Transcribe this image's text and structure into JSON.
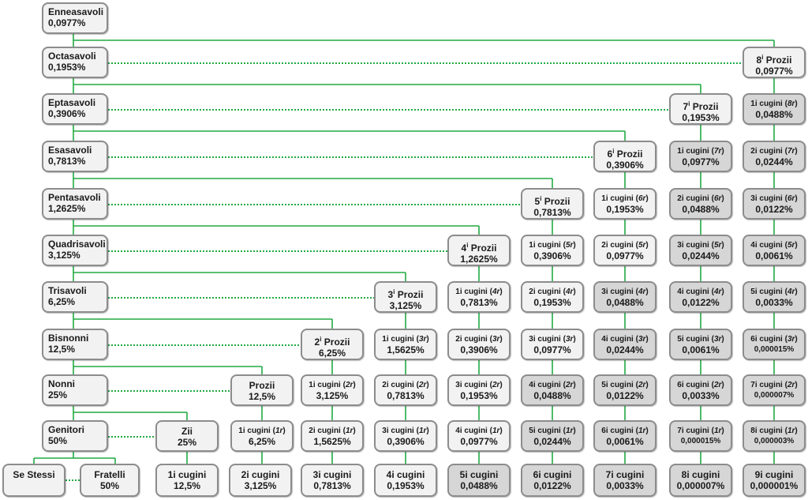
{
  "colors": {
    "line": "#22aa44",
    "border": "#8c8c8c",
    "light_fill": "#f2f2f2",
    "dark_fill": "#d6d6d6"
  },
  "ancestors": [
    {
      "name": "Enneasavoli",
      "pct": "0,0977%"
    },
    {
      "name": "Octasavoli",
      "pct": "0,1953%"
    },
    {
      "name": "Eptasavoli",
      "pct": "0,3906%"
    },
    {
      "name": "Esasavoli",
      "pct": "0,7813%"
    },
    {
      "name": "Pentasavoli",
      "pct": "1,2625%"
    },
    {
      "name": "Quadrisavoli",
      "pct": "3,125%"
    },
    {
      "name": "Trisavoli",
      "pct": "6,25%"
    },
    {
      "name": "Bisnonni",
      "pct": "12,5%"
    },
    {
      "name": "Nonni",
      "pct": "25%"
    },
    {
      "name": "Genitori",
      "pct": "50%"
    }
  ],
  "uncles": [
    {
      "row": 1,
      "ord": "8",
      "name": "Prozii",
      "pct": "0,0977%"
    },
    {
      "row": 2,
      "ord": "7",
      "name": "Prozii",
      "pct": "0,1953%"
    },
    {
      "row": 3,
      "ord": "6",
      "name": "Prozii",
      "pct": "0,3906%"
    },
    {
      "row": 4,
      "ord": "5",
      "name": "Prozii",
      "pct": "0,7813%"
    },
    {
      "row": 5,
      "ord": "4",
      "name": "Prozii",
      "pct": "1,2625%"
    },
    {
      "row": 6,
      "ord": "3",
      "name": "Prozii",
      "pct": "3,125%"
    },
    {
      "row": 7,
      "ord": "2",
      "name": "Prozii",
      "pct": "6,25%"
    },
    {
      "row": 8,
      "ord": "",
      "name": "Prozii",
      "pct": "12,5%"
    },
    {
      "row": 9,
      "ord": "",
      "name": "Zii",
      "pct": "25%"
    }
  ],
  "cousins_removed": [
    {
      "row": 2,
      "col": 9,
      "label": "1i cugini",
      "rem": "8r",
      "pct": "0,0488%"
    },
    {
      "row": 3,
      "col": 8,
      "label": "1i cugini",
      "rem": "7r",
      "pct": "0,0977%"
    },
    {
      "row": 3,
      "col": 9,
      "label": "2i cugini",
      "rem": "7r",
      "pct": "0,0244%"
    },
    {
      "row": 4,
      "col": 7,
      "label": "1i cugini",
      "rem": "6r",
      "pct": "0,1953%"
    },
    {
      "row": 4,
      "col": 8,
      "label": "2i cugini",
      "rem": "6r",
      "pct": "0,0488%"
    },
    {
      "row": 4,
      "col": 9,
      "label": "3i cugini",
      "rem": "6r",
      "pct": "0,0122%"
    },
    {
      "row": 5,
      "col": 6,
      "label": "1i cugini",
      "rem": "5r",
      "pct": "0,3906%"
    },
    {
      "row": 5,
      "col": 7,
      "label": "2i cugini",
      "rem": "5r",
      "pct": "0,0977%"
    },
    {
      "row": 5,
      "col": 8,
      "label": "3i cugini",
      "rem": "5r",
      "pct": "0,0244%"
    },
    {
      "row": 5,
      "col": 9,
      "label": "4i cugini",
      "rem": "5r",
      "pct": "0,0061%"
    },
    {
      "row": 6,
      "col": 5,
      "label": "1i cugini",
      "rem": "4r",
      "pct": "0,7813%"
    },
    {
      "row": 6,
      "col": 6,
      "label": "2i cugini",
      "rem": "4r",
      "pct": "0,1953%"
    },
    {
      "row": 6,
      "col": 7,
      "label": "3i cugini",
      "rem": "4r",
      "pct": "0,0488%"
    },
    {
      "row": 6,
      "col": 8,
      "label": "4i cugini",
      "rem": "4r",
      "pct": "0,0122%"
    },
    {
      "row": 6,
      "col": 9,
      "label": "5i cugini",
      "rem": "4r",
      "pct": "0,0033%"
    },
    {
      "row": 7,
      "col": 4,
      "label": "1i cugini",
      "rem": "3r",
      "pct": "1,5625%"
    },
    {
      "row": 7,
      "col": 5,
      "label": "2i cugini",
      "rem": "3r",
      "pct": "0,3906%"
    },
    {
      "row": 7,
      "col": 6,
      "label": "3i cugini",
      "rem": "3r",
      "pct": "0,0977%"
    },
    {
      "row": 7,
      "col": 7,
      "label": "4i cugini",
      "rem": "3r",
      "pct": "0,0244%"
    },
    {
      "row": 7,
      "col": 8,
      "label": "5i cugini",
      "rem": "3r",
      "pct": "0,0061%"
    },
    {
      "row": 7,
      "col": 9,
      "label": "6i cugini",
      "rem": "3r",
      "pct": "0,000015%"
    },
    {
      "row": 8,
      "col": 3,
      "label": "1i cugini",
      "rem": "2r",
      "pct": "3,125%"
    },
    {
      "row": 8,
      "col": 4,
      "label": "2i cugini",
      "rem": "2r",
      "pct": "0,7813%"
    },
    {
      "row": 8,
      "col": 5,
      "label": "3i cugini",
      "rem": "2r",
      "pct": "0,1953%"
    },
    {
      "row": 8,
      "col": 6,
      "label": "4i cugini",
      "rem": "2r",
      "pct": "0,0488%"
    },
    {
      "row": 8,
      "col": 7,
      "label": "5i cugini",
      "rem": "2r",
      "pct": "0,0122%"
    },
    {
      "row": 8,
      "col": 8,
      "label": "6i cugini",
      "rem": "2r",
      "pct": "0,0033%"
    },
    {
      "row": 8,
      "col": 9,
      "label": "7i cugini",
      "rem": "2r",
      "pct": "0,000007%"
    },
    {
      "row": 9,
      "col": 2,
      "label": "1i cugini",
      "rem": "1r",
      "pct": "6,25%"
    },
    {
      "row": 9,
      "col": 3,
      "label": "2i cugini",
      "rem": "1r",
      "pct": "1,5625%"
    },
    {
      "row": 9,
      "col": 4,
      "label": "3i cugini",
      "rem": "1r",
      "pct": "0,3906%"
    },
    {
      "row": 9,
      "col": 5,
      "label": "4i cugini",
      "rem": "1r",
      "pct": "0,0977%"
    },
    {
      "row": 9,
      "col": 6,
      "label": "5i cugini",
      "rem": "1r",
      "pct": "0,0244%"
    },
    {
      "row": 9,
      "col": 7,
      "label": "6i cugini",
      "rem": "1r",
      "pct": "0,0061%"
    },
    {
      "row": 9,
      "col": 8,
      "label": "7i cugini",
      "rem": "1r",
      "pct": "0,000015%"
    },
    {
      "row": 9,
      "col": 9,
      "label": "8i cugini",
      "rem": "1r",
      "pct": "0,000003%"
    }
  ],
  "bottom_row": [
    {
      "name": "Se Stessi",
      "pct": ""
    },
    {
      "name": "Fratelli",
      "pct": "50%"
    },
    {
      "name": "1i cugini",
      "pct": "12,5%"
    },
    {
      "name": "2i cugini",
      "pct": "3,125%"
    },
    {
      "name": "3i cugini",
      "pct": "0,7813%"
    },
    {
      "name": "4i cugini",
      "pct": "0,1953%"
    },
    {
      "name": "5i cugini",
      "pct": "0,0488%"
    },
    {
      "name": "6i cugini",
      "pct": "0,0122%"
    },
    {
      "name": "7i cugini",
      "pct": "0,0033%"
    },
    {
      "name": "8i cugini",
      "pct": "0,000007%"
    },
    {
      "name": "9i cugini",
      "pct": "0,000001%"
    }
  ]
}
